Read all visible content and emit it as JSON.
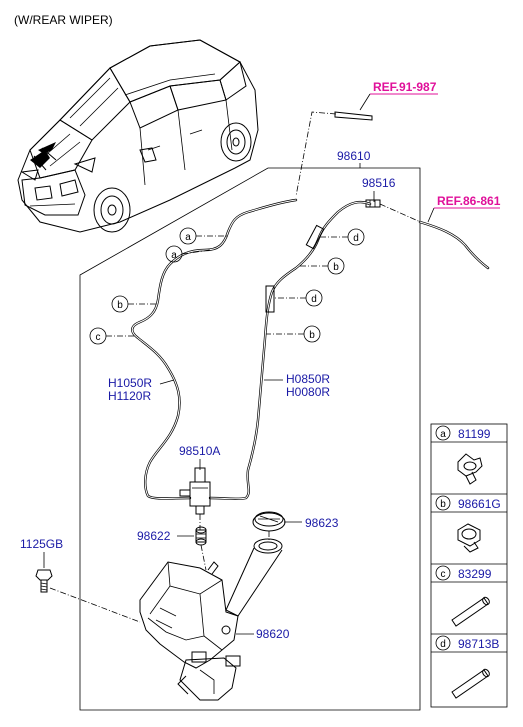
{
  "header": "(W/REAR WIPER)",
  "refs": {
    "ref1": "REF.91-987",
    "ref2": "REF.86-861"
  },
  "parts": {
    "p98610": "98610",
    "p98516": "98516",
    "p98510A": "98510A",
    "p98622": "98622",
    "p98623": "98623",
    "p98620": "98620",
    "p1125GB": "1125GB",
    "hoseL1": "H1050R",
    "hoseL2": "H1120R",
    "hoseR1": "H0850R",
    "hoseR2": "H0080R"
  },
  "callouts": {
    "a": "a",
    "b": "b",
    "c": "c",
    "d": "d"
  },
  "legend": [
    {
      "letter": "a",
      "part": "81199"
    },
    {
      "letter": "b",
      "part": "98661G"
    },
    {
      "letter": "c",
      "part": "83299"
    },
    {
      "letter": "d",
      "part": "98713B"
    }
  ],
  "icons": [
    "car-icon",
    "hose-clip-icon",
    "clamp-icon",
    "hose-sleeve-icon",
    "washer-tank-icon",
    "pump-icon",
    "filler-cap-icon",
    "nozzle-icon",
    "bolt-icon"
  ]
}
